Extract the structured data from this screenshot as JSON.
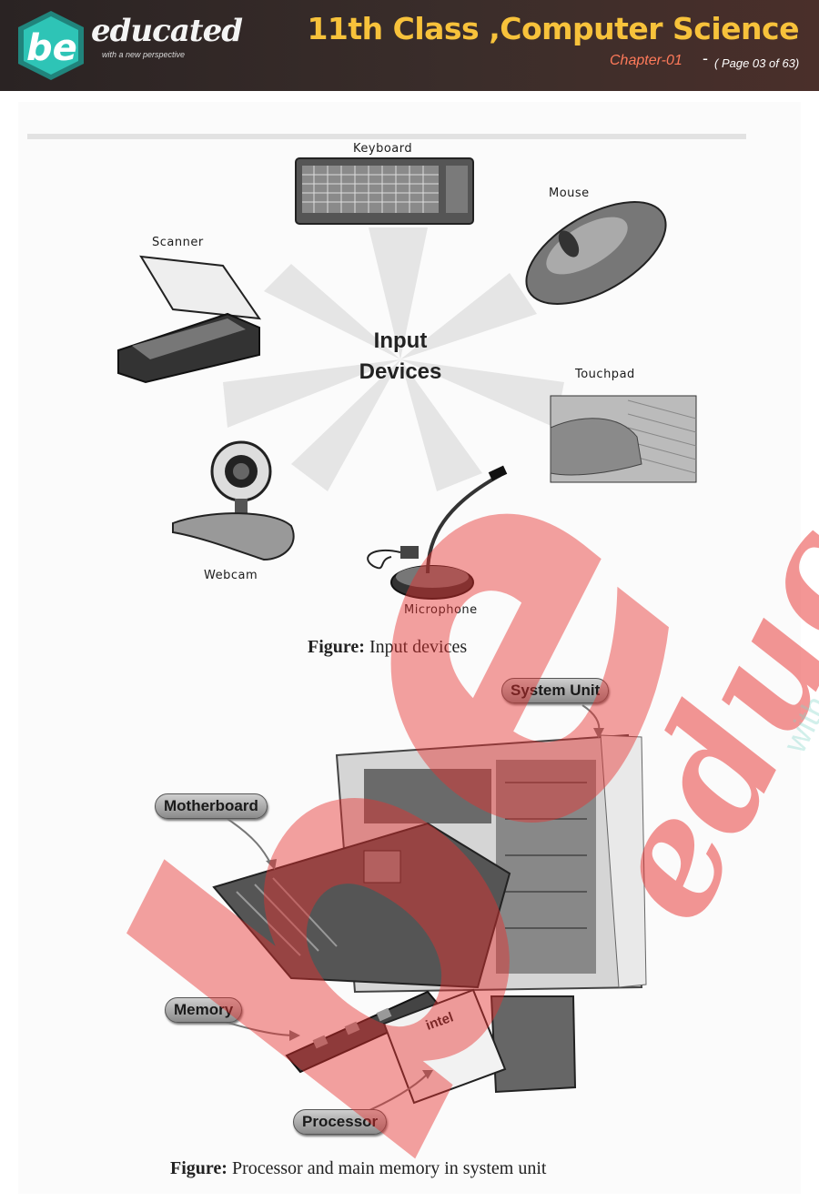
{
  "header": {
    "logo_mark": "be",
    "logo_word": "educated",
    "logo_tagline": "with a new perspective",
    "title": "11th Class ,Computer Science",
    "chapter": "Chapter-01",
    "separator": "-",
    "page": "( Page 03 of 63)"
  },
  "input_devices_figure": {
    "center_line1": "Input",
    "center_line2": "Devices",
    "labels": {
      "keyboard": "Keyboard",
      "mouse": "Mouse",
      "scanner": "Scanner",
      "touchpad": "Touchpad",
      "webcam": "Webcam",
      "microphone": "Microphone"
    },
    "caption_bold": "Figure:",
    "caption_text": " Input devices"
  },
  "system_unit_figure": {
    "callouts": {
      "system_unit": "System Unit",
      "motherboard": "Motherboard",
      "memory": "Memory",
      "processor": "Processor"
    },
    "chip_label": "intel",
    "caption_bold": "Figure:",
    "caption_text": " Processor and main memory in system unit"
  },
  "watermark": {
    "mark": "be",
    "word": "educated",
    "tagline": "with a new perspective"
  },
  "colors": {
    "header_bg": "#2a2323",
    "title": "#f7c23b",
    "chapter": "#ff7a5a",
    "logo_teal": "#2ec4b6",
    "watermark_red": "#e8302e",
    "watermark_teal": "#7fd6c8"
  }
}
